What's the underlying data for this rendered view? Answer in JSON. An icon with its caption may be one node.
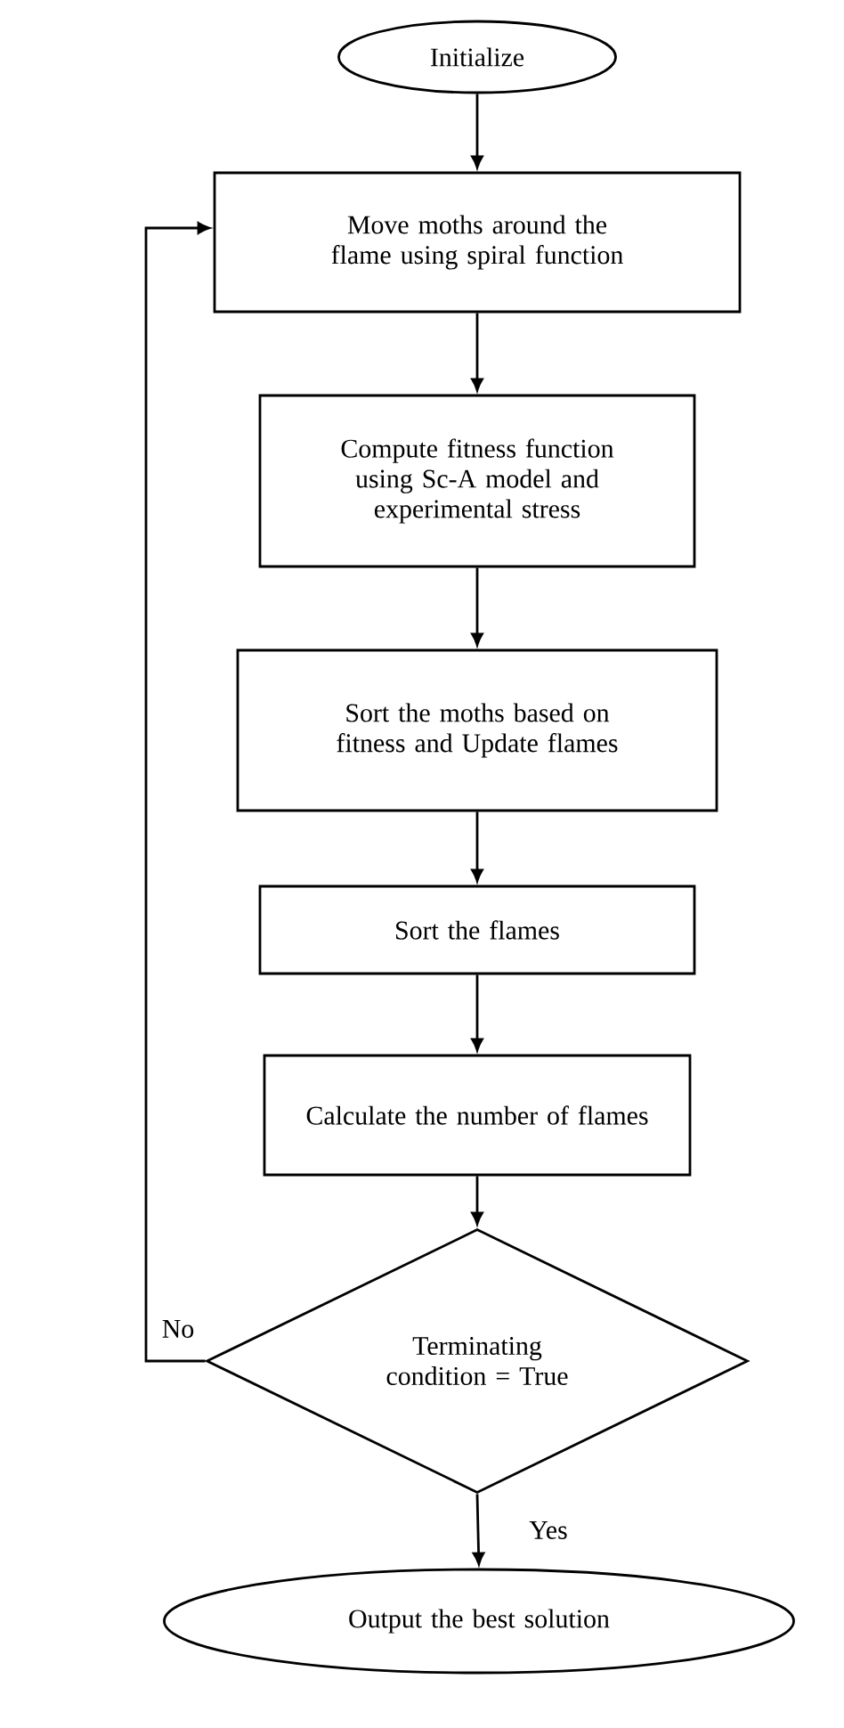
{
  "diagram": {
    "nodes": [
      {
        "text": [
          "Initialize"
        ]
      },
      {
        "text": [
          "Move moths around the flame using spiral function"
        ]
      },
      {
        "text": [
          "Compute fitness function using Sc-A model and experimental stress"
        ]
      },
      {
        "text": [
          "Sort the moths based on fitness and Update flames"
        ]
      },
      {
        "text": [
          "Sort the flames"
        ]
      },
      {
        "text": [
          "Calculate the number of flames"
        ]
      },
      {
        "text": [
          "Terminating condition = True"
        ]
      },
      {
        "text": [
          "Output the best solution"
        ]
      }
    ],
    "edges": [
      {
        "from": 0,
        "to": 1,
        "arrow": "to"
      },
      {
        "from": 1,
        "to": 2,
        "arrow": "to"
      },
      {
        "from": 2,
        "to": 3,
        "arrow": "to"
      },
      {
        "from": 3,
        "to": 4,
        "arrow": "to"
      },
      {
        "from": 4,
        "to": 5,
        "arrow": "to"
      },
      {
        "from": 5,
        "to": 6,
        "arrow": "to"
      },
      {
        "from": 6,
        "to": 7,
        "arrow": "to",
        "label": "Yes"
      },
      {
        "from": 6,
        "to": 1,
        "arrow": "to",
        "label": "No"
      }
    ]
  }
}
